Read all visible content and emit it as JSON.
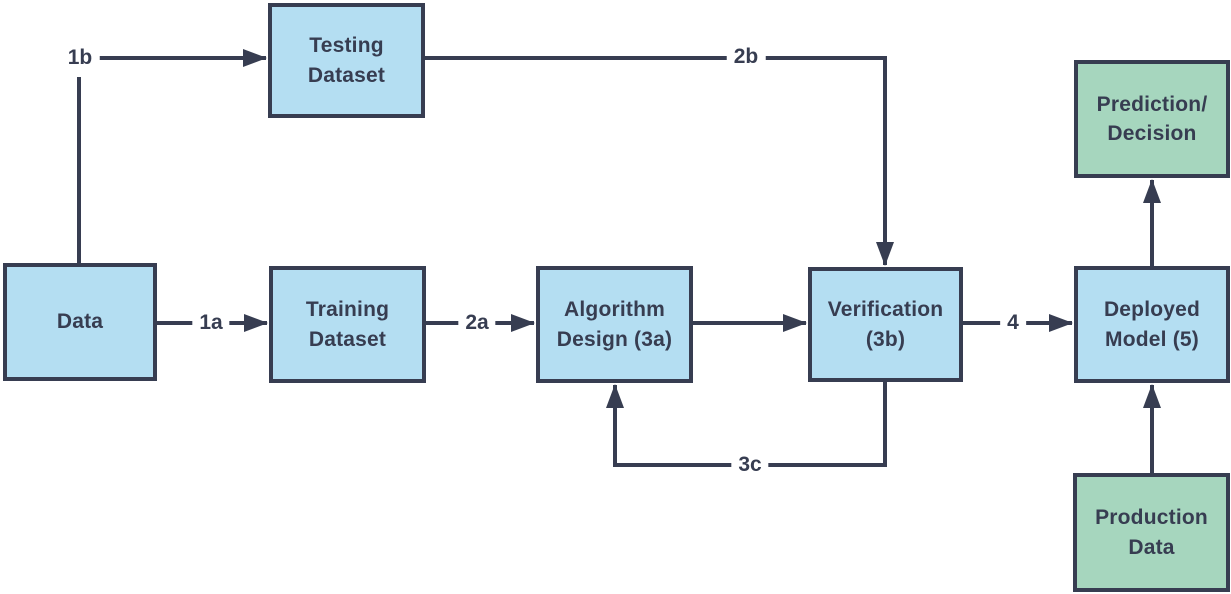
{
  "colors": {
    "background": "#FFFFFF",
    "stroke": "#373D51",
    "node_blue": "#B4DEF2",
    "node_green": "#A6D6BE"
  },
  "nodes": {
    "data": {
      "label": "Data",
      "type": "blue"
    },
    "testing_dataset": {
      "label": "Testing\nDataset",
      "type": "blue"
    },
    "training_dataset": {
      "label": "Training\nDataset",
      "type": "blue"
    },
    "algorithm_design": {
      "label": "Algorithm\nDesign (3a)",
      "type": "blue"
    },
    "verification": {
      "label": "Verification\n(3b)",
      "type": "blue"
    },
    "deployed_model": {
      "label": "Deployed\nModel (5)",
      "type": "blue"
    },
    "prediction_decision": {
      "label": "Prediction/\nDecision",
      "type": "green"
    },
    "production_data": {
      "label": "Production\nData",
      "type": "green"
    }
  },
  "edges": {
    "e1a": {
      "label": "1a",
      "from": "data",
      "to": "training_dataset"
    },
    "e1b": {
      "label": "1b",
      "from": "data",
      "to": "testing_dataset"
    },
    "e2a": {
      "label": "2a",
      "from": "training_dataset",
      "to": "algorithm_design"
    },
    "e2b": {
      "label": "2b",
      "from": "testing_dataset",
      "to": "verification"
    },
    "e3": {
      "label": "",
      "from": "algorithm_design",
      "to": "verification"
    },
    "e3c": {
      "label": "3c",
      "from": "verification",
      "to": "algorithm_design"
    },
    "e4": {
      "label": "4",
      "from": "verification",
      "to": "deployed_model"
    },
    "e_production_to_deployed": {
      "label": "",
      "from": "production_data",
      "to": "deployed_model"
    },
    "e_deployed_to_prediction": {
      "label": "",
      "from": "deployed_model",
      "to": "prediction_decision"
    }
  }
}
